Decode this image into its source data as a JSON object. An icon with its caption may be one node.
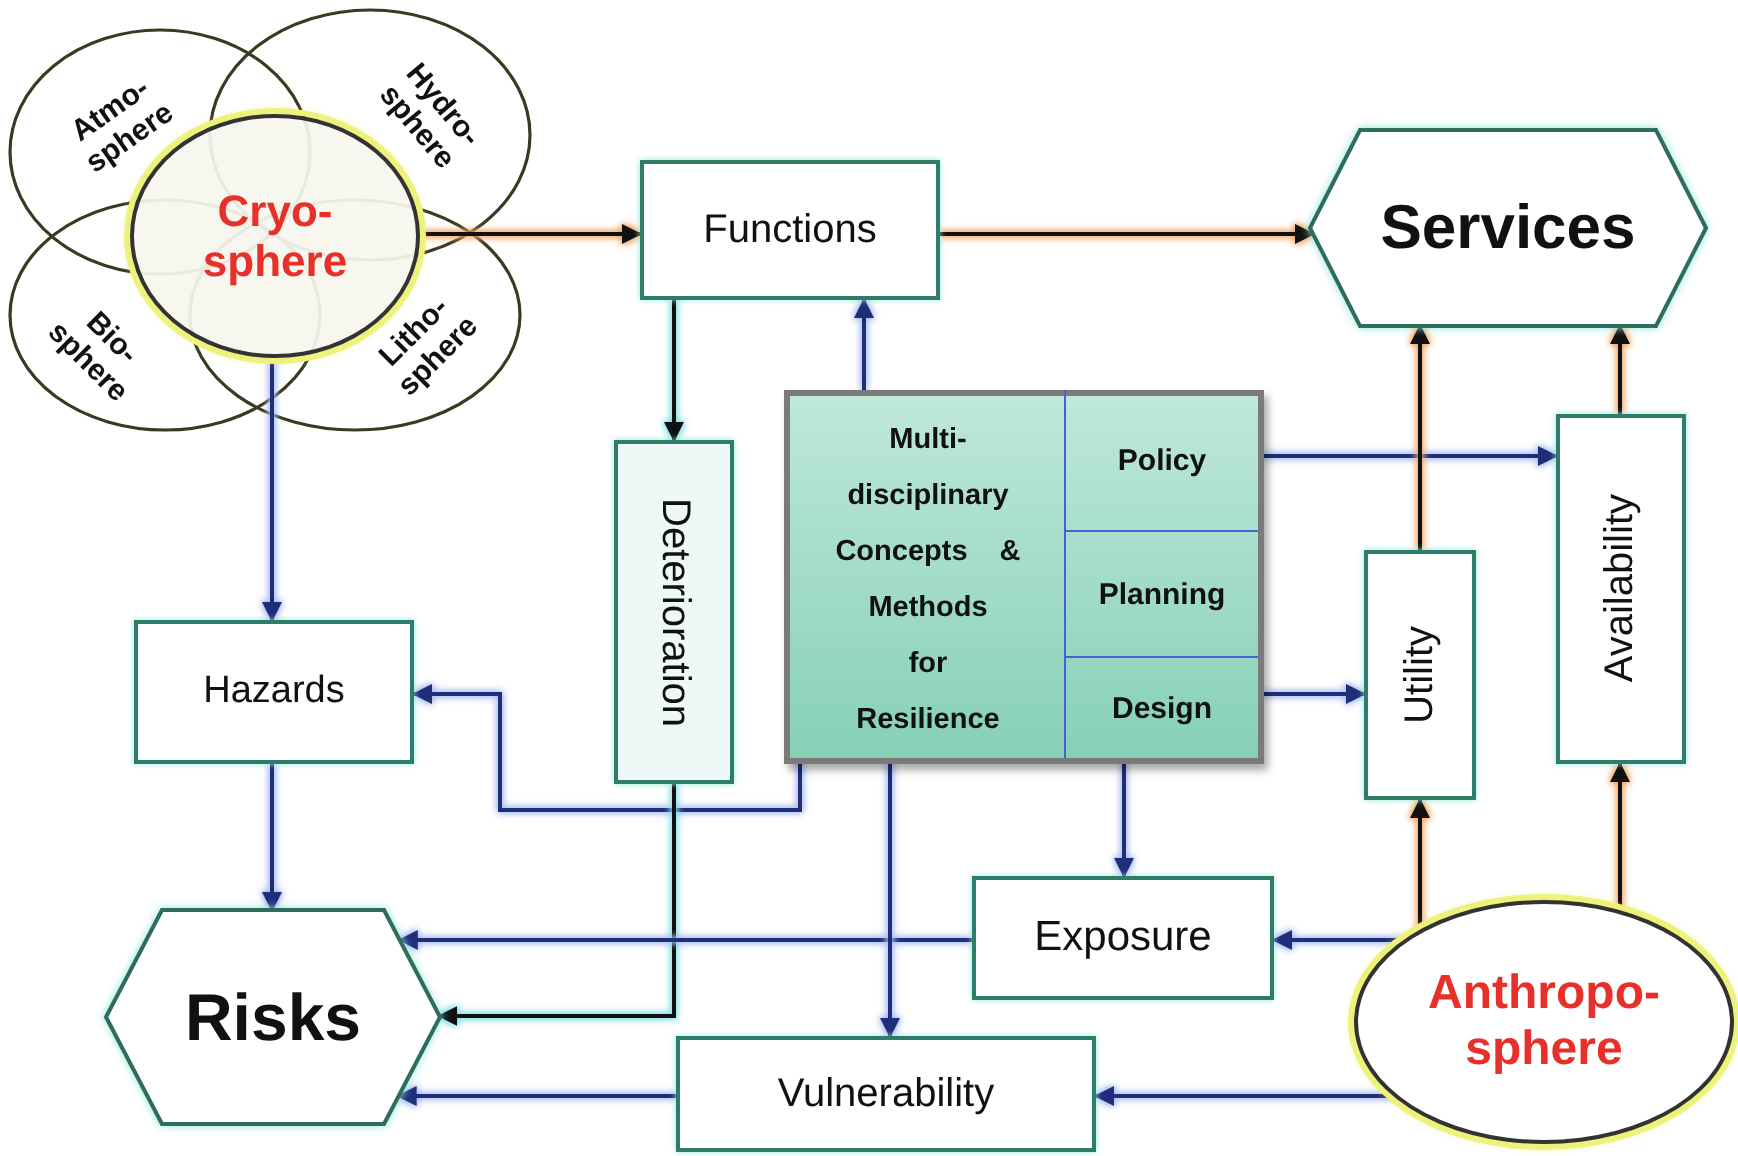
{
  "diagram": {
    "nodes": [
      {
        "text": [
          "Atmo- sphere"
        ]
      },
      {
        "text": [
          "Hydro- sphere"
        ]
      },
      {
        "text": [
          "Bio- sphere"
        ]
      },
      {
        "text": [
          "Litho- sphere"
        ]
      },
      {
        "text": [
          "Cryo- sphere"
        ]
      },
      {
        "text": [
          "Functions"
        ]
      },
      {
        "text": [
          "Services"
        ]
      },
      {
        "text": [
          "Deterioration"
        ]
      },
      {
        "text": [
          "Multi- disciplinary Concepts & Methods for Resilience"
        ]
      },
      {
        "text": [
          "Policy"
        ],
        "in": 8
      },
      {
        "text": [
          "Planning"
        ],
        "in": 8
      },
      {
        "text": [
          "Design"
        ],
        "in": 8
      },
      {
        "text": [
          "Hazards"
        ]
      },
      {
        "text": [
          "Utility"
        ]
      },
      {
        "text": [
          "Availability"
        ]
      },
      {
        "text": [
          "Exposure"
        ]
      },
      {
        "text": [
          "Risks"
        ]
      },
      {
        "text": [
          "Vulnerability"
        ]
      },
      {
        "text": [
          "Anthropo- sphere"
        ]
      }
    ],
    "edges": [
      {
        "from": 4,
        "to": 5,
        "arrow": "to",
        "color": "#111111"
      },
      {
        "from": 5,
        "to": 6,
        "arrow": "to",
        "color": "#111111"
      },
      {
        "from": 4,
        "to": 12,
        "arrow": "to"
      },
      {
        "from": 5,
        "to": 7,
        "arrow": "to",
        "color": "#111111"
      },
      {
        "from": 8,
        "to": 5,
        "arrow": "to"
      },
      {
        "from": 9,
        "to": 14,
        "arrow": "to"
      },
      {
        "from": 11,
        "to": 13,
        "arrow": "to"
      },
      {
        "from": 8,
        "to": 12,
        "arrow": "to"
      },
      {
        "from": 12,
        "to": 16,
        "arrow": "to"
      },
      {
        "from": 7,
        "to": 16,
        "arrow": "to",
        "color": "#111111"
      },
      {
        "from": 15,
        "to": 16,
        "arrow": "to"
      },
      {
        "from": 11,
        "to": 15,
        "arrow": "to"
      },
      {
        "from": 8,
        "to": 17,
        "arrow": "to"
      },
      {
        "from": 17,
        "to": 16,
        "arrow": "to"
      },
      {
        "from": 18,
        "to": 15,
        "arrow": "to"
      },
      {
        "from": 18,
        "to": 17,
        "arrow": "to"
      },
      {
        "from": 18,
        "to": 13,
        "arrow": "to",
        "color": "#111111"
      },
      {
        "from": 18,
        "to": 14,
        "arrow": "to",
        "color": "#111111"
      },
      {
        "from": 13,
        "to": 6,
        "arrow": "to",
        "color": "#111111"
      },
      {
        "from": 14,
        "to": 6,
        "arrow": "to",
        "color": "#111111"
      }
    ]
  }
}
